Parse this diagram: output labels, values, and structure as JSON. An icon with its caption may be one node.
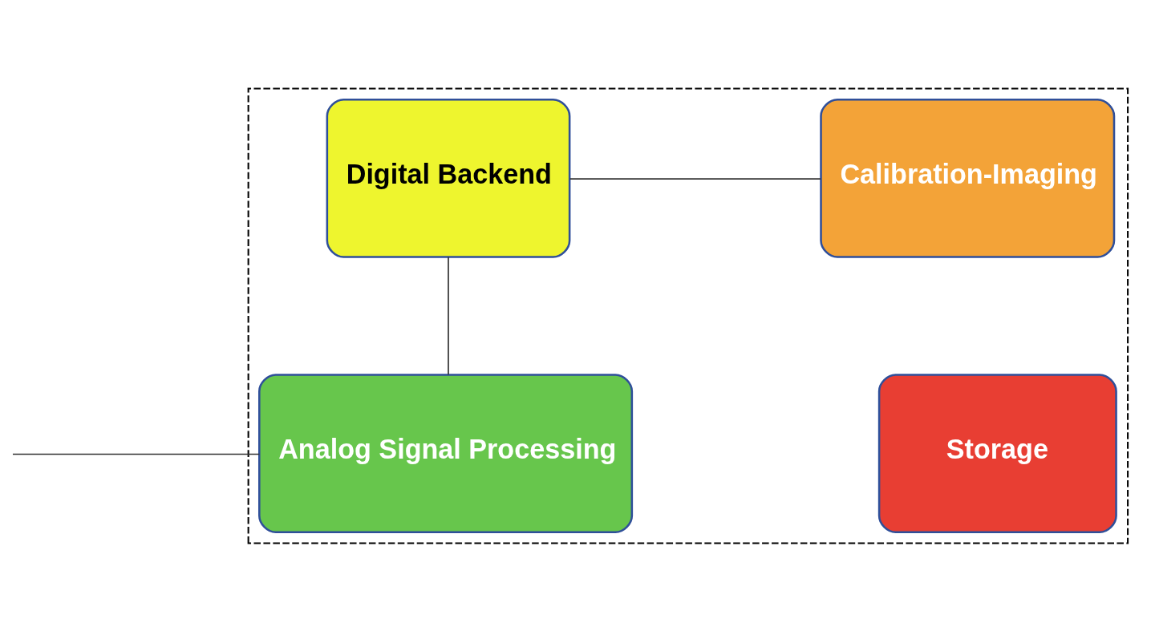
{
  "diagram": {
    "nodes": [
      {
        "text": [],
        "shape": "box"
      },
      {
        "text": [
          "Digital Backend"
        ],
        "in": 0
      },
      {
        "text": [
          "Calibration-Imaging"
        ],
        "in": 0
      },
      {
        "text": [
          "Storage"
        ],
        "in": 0
      },
      {
        "text": [
          "Analog Signal Processing"
        ],
        "in": 0
      }
    ],
    "edges": [
      {
        "from": 1,
        "to": 2,
        "arrow": "none"
      },
      {
        "from": 1,
        "to": 4,
        "arrow": "none"
      },
      {
        "from": null,
        "to": 4,
        "arrow": "none"
      }
    ]
  }
}
